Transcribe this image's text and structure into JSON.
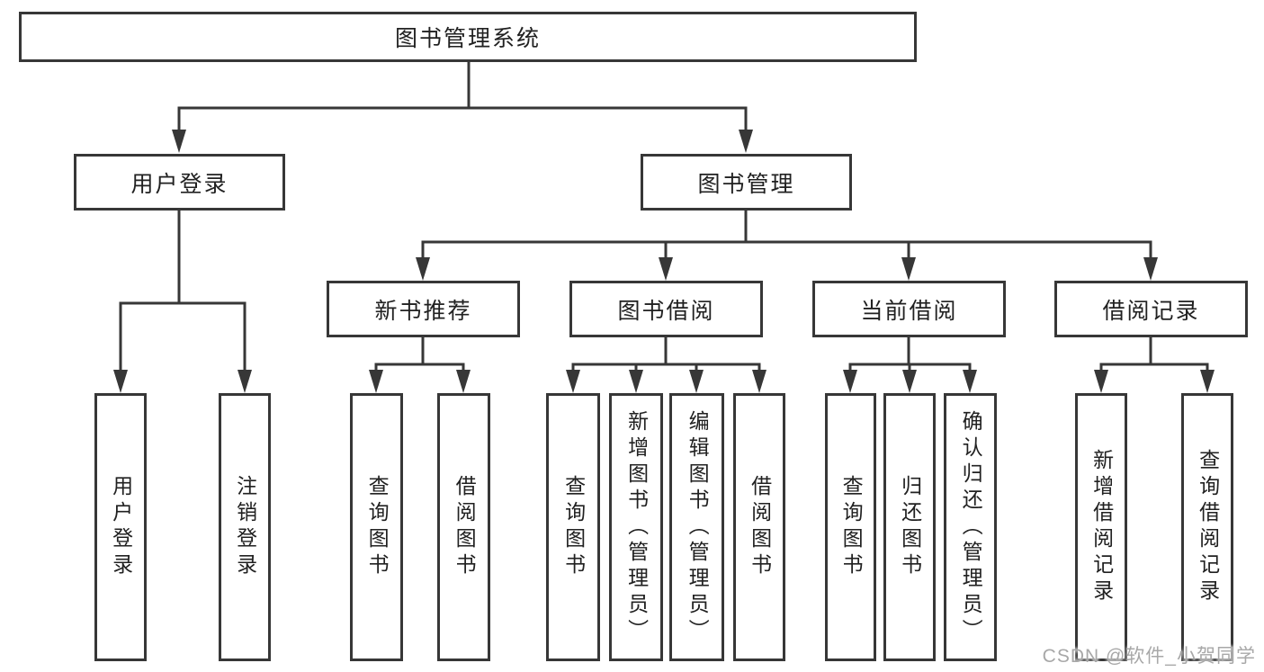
{
  "nodes": {
    "root": {
      "label": "图书管理系统"
    },
    "level2": [
      {
        "label": "用户登录"
      },
      {
        "label": "图书管理"
      }
    ],
    "level3": [
      {
        "label": "新书推荐"
      },
      {
        "label": "图书借阅"
      },
      {
        "label": "当前借阅"
      },
      {
        "label": "借阅记录"
      }
    ],
    "user_login_children": [
      {
        "label": "用户登录"
      },
      {
        "label": "注销登录"
      }
    ],
    "new_book_children": [
      {
        "label": "查询图书"
      },
      {
        "label": "借阅图书"
      }
    ],
    "book_borrow_children": [
      {
        "label": "查询图书"
      },
      {
        "label": "新增图书（管理员）"
      },
      {
        "label": "编辑图书（管理员）"
      },
      {
        "label": "借阅图书"
      }
    ],
    "current_borrow_children": [
      {
        "label": "查询图书"
      },
      {
        "label": "归还图书"
      },
      {
        "label": "确认归还（管理员）"
      }
    ],
    "borrow_record_children": [
      {
        "label": "新增借阅记录"
      },
      {
        "label": "查询借阅记录"
      }
    ]
  },
  "watermark": {
    "text": "CSDN @软件_小贺同学"
  },
  "colors": {
    "line": "#373737",
    "text": "#212121",
    "background": "#ffffff",
    "watermark": "#a8a8a8"
  }
}
